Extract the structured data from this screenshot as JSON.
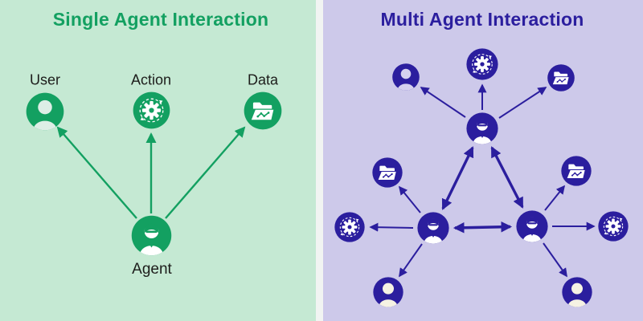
{
  "left_panel": {
    "title": "Single Agent Interaction",
    "nodes": [
      {
        "id": "user",
        "label": "User",
        "icon": "user-icon"
      },
      {
        "id": "action",
        "label": "Action",
        "icon": "gear-cycle-icon"
      },
      {
        "id": "data",
        "label": "Data",
        "icon": "data-folder-icon"
      },
      {
        "id": "agent",
        "label": "Agent",
        "icon": "agent-icon"
      }
    ],
    "edges": [
      {
        "from": "agent",
        "to": "user",
        "bidirectional": false
      },
      {
        "from": "agent",
        "to": "action",
        "bidirectional": false
      },
      {
        "from": "agent",
        "to": "data",
        "bidirectional": false
      }
    ]
  },
  "right_panel": {
    "title": "Multi Agent Interaction",
    "nodes": [
      {
        "id": "agent-top",
        "icon": "agent-icon"
      },
      {
        "id": "agent-left",
        "icon": "agent-icon"
      },
      {
        "id": "agent-right",
        "icon": "agent-icon"
      },
      {
        "id": "gear-top",
        "icon": "gear-cycle-icon"
      },
      {
        "id": "user-top-left",
        "icon": "user-icon"
      },
      {
        "id": "folder-top-right",
        "icon": "data-folder-icon"
      },
      {
        "id": "folder-left",
        "icon": "data-folder-icon"
      },
      {
        "id": "gear-left",
        "icon": "gear-cycle-icon"
      },
      {
        "id": "user-bottom-left",
        "icon": "user-icon"
      },
      {
        "id": "folder-right",
        "icon": "data-folder-icon"
      },
      {
        "id": "gear-right",
        "icon": "gear-cycle-icon"
      },
      {
        "id": "user-bottom-right",
        "icon": "user-icon"
      }
    ],
    "edges": [
      {
        "from": "agent-top",
        "to": "agent-left",
        "bidirectional": true
      },
      {
        "from": "agent-top",
        "to": "agent-right",
        "bidirectional": true
      },
      {
        "from": "agent-left",
        "to": "agent-right",
        "bidirectional": true
      },
      {
        "from": "agent-top",
        "to": "gear-top",
        "bidirectional": false
      },
      {
        "from": "agent-top",
        "to": "user-top-left",
        "bidirectional": false
      },
      {
        "from": "agent-top",
        "to": "folder-top-right",
        "bidirectional": false
      },
      {
        "from": "agent-left",
        "to": "folder-left",
        "bidirectional": false
      },
      {
        "from": "agent-left",
        "to": "gear-left",
        "bidirectional": false
      },
      {
        "from": "agent-left",
        "to": "user-bottom-left",
        "bidirectional": false
      },
      {
        "from": "agent-right",
        "to": "folder-right",
        "bidirectional": false
      },
      {
        "from": "agent-right",
        "to": "gear-right",
        "bidirectional": false
      },
      {
        "from": "agent-right",
        "to": "user-bottom-right",
        "bidirectional": false
      }
    ]
  },
  "colors": {
    "left_bg": "#c5e9d3",
    "left_accent": "#13a061",
    "left_silhouette": "#ddeee6",
    "right_bg": "#cdc9ea",
    "right_accent": "#2b1e9e",
    "right_silhouette": "#d5d1ef",
    "avatar_skin": "#f5f2e3",
    "divider": "#f1f4f2",
    "label_text": "#1d1d1b"
  }
}
